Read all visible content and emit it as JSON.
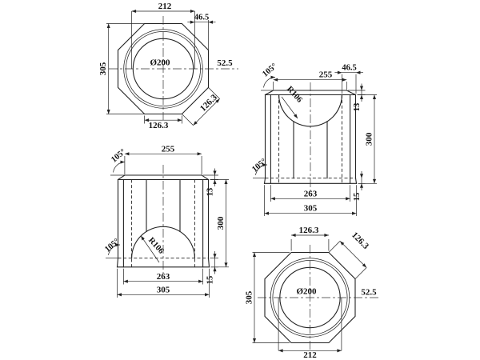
{
  "colors": {
    "line": "#222222",
    "background": "#ffffff"
  },
  "views": {
    "plan_top_left": {
      "title": "octagonal-cap-plan-view",
      "dims": {
        "top_width": "212",
        "corner_offset": "46.5",
        "left_height": "305",
        "bore_diameter": "Ø200",
        "right_offset": "52.5",
        "bottom_flat": "126.3",
        "diagonal_flat": "126.3"
      }
    },
    "elevation_top_right": {
      "title": "elevation-dome-up",
      "dims": {
        "top_width": "255",
        "corner_offset": "46.5",
        "top_angle": "105°",
        "dome_radius": "R106",
        "lip_height": "13",
        "body_height": "300",
        "bottom_angle": "105°",
        "base_width": "263",
        "flange_height": "15",
        "flange_width": "305"
      }
    },
    "elevation_bottom_left": {
      "title": "elevation-dome-down",
      "dims": {
        "top_width": "255",
        "top_angle": "105°",
        "lip_height": "13",
        "body_height": "300",
        "bottom_angle": "105°",
        "dome_radius": "R106",
        "base_width": "263",
        "flange_height": "15",
        "flange_width": "305"
      }
    },
    "plan_bottom_right": {
      "title": "octagonal-base-plan-view",
      "dims": {
        "top_flat": "126.3",
        "diagonal_flat": "126.3",
        "left_height": "305",
        "bore_diameter": "Ø200",
        "right_offset": "52.5",
        "bottom_width": "212"
      }
    }
  }
}
